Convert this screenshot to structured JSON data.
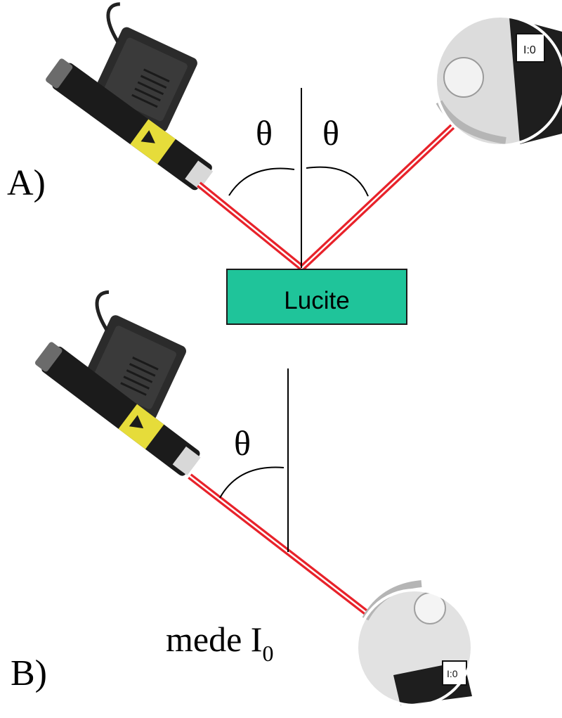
{
  "panel_a": {
    "label": "A)",
    "angle_left": "θ",
    "angle_right": "θ",
    "sample_label": "Lucite"
  },
  "panel_b": {
    "label": "B)",
    "angle": "θ",
    "caption_text": "mede I",
    "caption_subscript": "0"
  },
  "colors": {
    "beam": "#e8222a",
    "sample_fill": "#1fc49a",
    "sample_border": "#1a1a1a",
    "laser_body": "#1b1b1b",
    "laser_band": "#e6dc3a",
    "adapter": "#2b2b2b"
  }
}
